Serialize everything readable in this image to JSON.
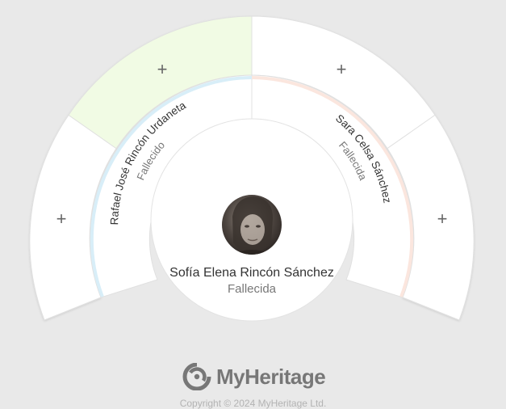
{
  "colors": {
    "background": "#e9e9e9",
    "sector_fill": "#ffffff",
    "sector_border": "#e0e0e0",
    "sector_highlight": "#f1fbe4",
    "paternal_arc": "#d8eef8",
    "maternal_arc": "#fbe6de",
    "name_text": "#333333",
    "status_text": "#777777",
    "plus_sign": "#666666",
    "logo": "#777777"
  },
  "focus_person": {
    "name": "Sofía Elena Rincón Sánchez",
    "status": "Fallecida",
    "photo": "portrait-photo"
  },
  "parents": [
    {
      "role": "father",
      "name": "Rafael José Rincón Urdaneta",
      "status": "Fallecido"
    },
    {
      "role": "mother",
      "name": "Sara Celsa Sánchez",
      "status": "Fallecida"
    }
  ],
  "grandparent_slots": [
    {
      "id": "paternal-grandfather",
      "label": "+",
      "highlighted": false
    },
    {
      "id": "paternal-grandmother",
      "label": "+",
      "highlighted": true
    },
    {
      "id": "maternal-grandfather",
      "label": "+",
      "highlighted": false
    },
    {
      "id": "maternal-grandmother",
      "label": "+",
      "highlighted": false
    }
  ],
  "brand": {
    "logo_text": "MyHeritage",
    "logo_icon": "myheritage-logo-icon",
    "copyright": "Copyright © 2024 MyHeritage Ltd."
  }
}
